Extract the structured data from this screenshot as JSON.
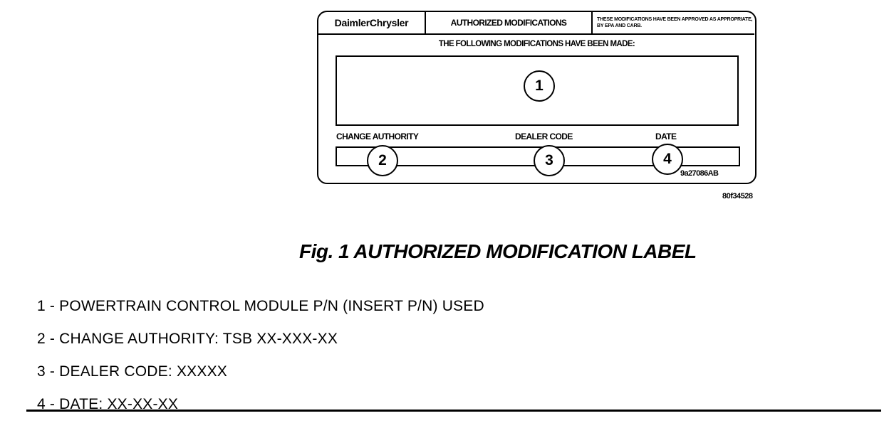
{
  "label": {
    "brand": "DaimlerChrysler",
    "title": "AUTHORIZED MODIFICATIONS",
    "approval_note": "THESE MODIFICATIONS HAVE BEEN APPROVED AS APPROPRIATE, BY EPA AND CARB.",
    "following_text": "THE FOLLOWING MODIFICATIONS HAVE BEEN MADE:",
    "change_authority_label": "CHANGE AUTHORITY",
    "dealer_code_label": "DEALER CODE",
    "date_label": "DATE",
    "callouts": [
      "1",
      "2",
      "3",
      "4"
    ],
    "part_code": "9a27086AB"
  },
  "figure_ref": "80f34528",
  "caption": "Fig. 1 AUTHORIZED MODIFICATION LABEL",
  "legend": [
    "1 - POWERTRAIN CONTROL MODULE P/N (INSERT P/N) USED",
    "2 - CHANGE AUTHORITY: TSB XX-XXX-XX",
    "3 - DEALER CODE: XXXXX",
    "4 - DATE: XX-XX-XX"
  ]
}
